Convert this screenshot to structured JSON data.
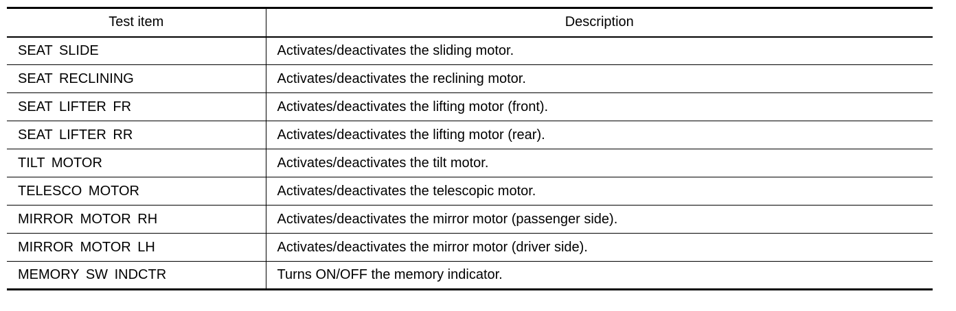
{
  "table": {
    "headers": [
      "Test item",
      "Description"
    ],
    "rows": [
      {
        "item": "SEAT SLIDE",
        "description": "Activates/deactivates the sliding motor."
      },
      {
        "item": "SEAT RECLINING",
        "description": "Activates/deactivates the reclining motor."
      },
      {
        "item": "SEAT LIFTER FR",
        "description": "Activates/deactivates the lifting motor (front)."
      },
      {
        "item": "SEAT LIFTER RR",
        "description": "Activates/deactivates the lifting motor (rear)."
      },
      {
        "item": "TILT MOTOR",
        "description": "Activates/deactivates the tilt motor."
      },
      {
        "item": "TELESCO MOTOR",
        "description": "Activates/deactivates the telescopic motor."
      },
      {
        "item": "MIRROR MOTOR RH",
        "description": "Activates/deactivates the mirror motor (passenger side)."
      },
      {
        "item": "MIRROR MOTOR LH",
        "description": "Activates/deactivates the mirror motor (driver side)."
      },
      {
        "item": "MEMORY SW INDCTR",
        "description": "Turns ON/OFF the memory indicator."
      }
    ]
  }
}
